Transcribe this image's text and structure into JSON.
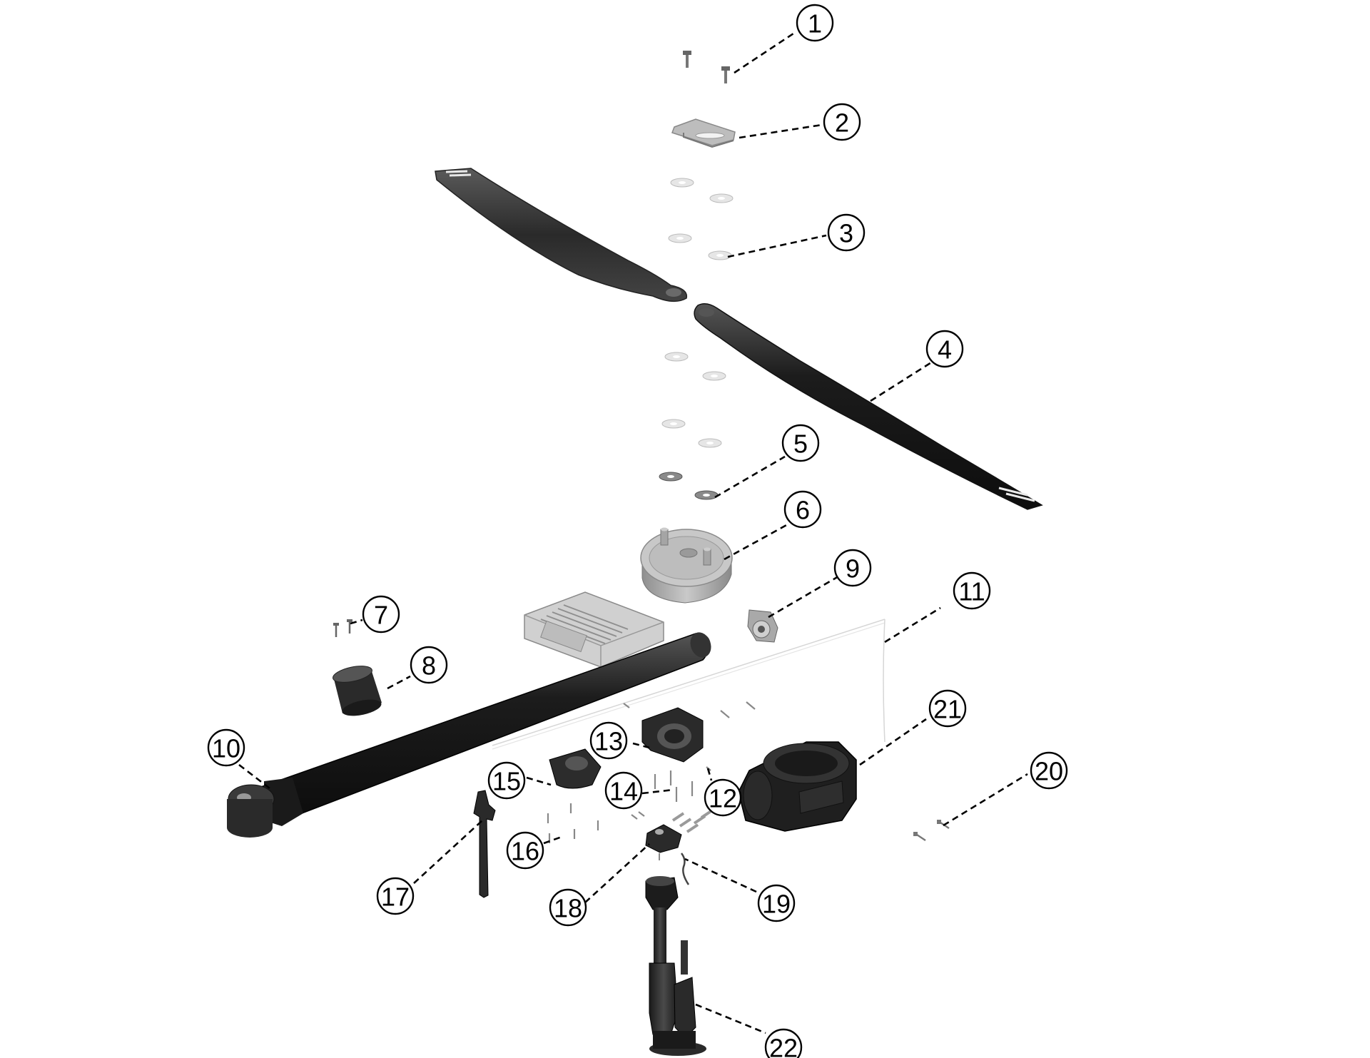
{
  "colors": {
    "background": "#ffffff",
    "part_dark": "#2b2b2b",
    "part_black": "#111111",
    "part_gray": "#9a9a9a",
    "part_light": "#d4d4d4",
    "washer": "#e3e3e3",
    "callout_stroke": "#000000"
  },
  "callouts": [
    {
      "id": "1",
      "label": "1",
      "part": "screws"
    },
    {
      "id": "2",
      "label": "2",
      "part": "propeller-clamp-plate"
    },
    {
      "id": "3",
      "label": "3",
      "part": "upper-washers"
    },
    {
      "id": "4",
      "label": "4",
      "part": "propeller-blade"
    },
    {
      "id": "5",
      "label": "5",
      "part": "lower-washers"
    },
    {
      "id": "6",
      "label": "6",
      "part": "motor"
    },
    {
      "id": "7",
      "label": "7",
      "part": "small-screws"
    },
    {
      "id": "8",
      "label": "8",
      "part": "sleeve"
    },
    {
      "id": "9",
      "label": "9",
      "part": "connector"
    },
    {
      "id": "10",
      "label": "10",
      "part": "arm-tube"
    },
    {
      "id": "11",
      "label": "11",
      "part": "cable"
    },
    {
      "id": "12",
      "label": "12",
      "part": "screws"
    },
    {
      "id": "13",
      "label": "13",
      "part": "mount-bracket"
    },
    {
      "id": "14",
      "label": "14",
      "part": "screws"
    },
    {
      "id": "15",
      "label": "15",
      "part": "clamp"
    },
    {
      "id": "16",
      "label": "16",
      "part": "screws"
    },
    {
      "id": "17",
      "label": "17",
      "part": "wrench"
    },
    {
      "id": "18",
      "label": "18",
      "part": "clip"
    },
    {
      "id": "19",
      "label": "19",
      "part": "wire"
    },
    {
      "id": "20",
      "label": "20",
      "part": "screws"
    },
    {
      "id": "21",
      "label": "21",
      "part": "arm-joint-housing"
    },
    {
      "id": "22",
      "label": "22",
      "part": "landing-leg"
    }
  ]
}
